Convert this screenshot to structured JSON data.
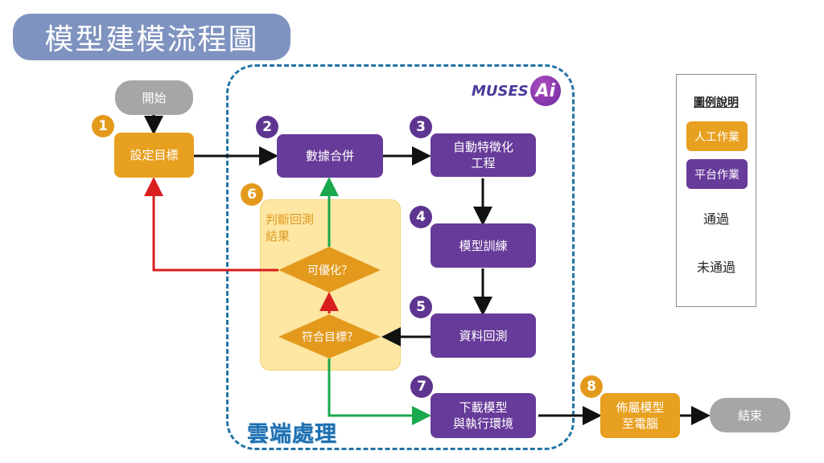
{
  "title": "模型建模流程圖",
  "cloud_region_label": "雲端處理",
  "logo": {
    "text": "MUSES",
    "badge": "Ai"
  },
  "nodes": {
    "start": "開始",
    "set_goal": "設定目標",
    "data_merge": "數據合併",
    "auto_feature_line1": "自動特徵化",
    "auto_feature_line2": "工程",
    "model_training": "模型訓練",
    "backtest": "資料回測",
    "download_line1": "下載模型",
    "download_line2": "與執行環境",
    "deploy_line1": "佈屬模型",
    "deploy_line2": "至電腦",
    "end": "結束"
  },
  "decision_group": {
    "title_line1": "判斷回測",
    "title_line2": "結果",
    "optimizable": "可優化？",
    "meets_goal": "符合目標？"
  },
  "badges": [
    "1",
    "2",
    "3",
    "4",
    "5",
    "6",
    "7",
    "8"
  ],
  "legend": {
    "title": "圖例說明",
    "manual": "人工作業",
    "platform": "平台作業",
    "pass": "通過",
    "fail": "未通過"
  },
  "colors": {
    "manual": "#e8a020",
    "platform": "#673b99",
    "terminal": "#a6a6a6",
    "pass_arrow": "#1aa84c",
    "fail_arrow": "#d81e1e",
    "cloud_border": "#2274a5",
    "title_bg": "#7f93c0"
  }
}
